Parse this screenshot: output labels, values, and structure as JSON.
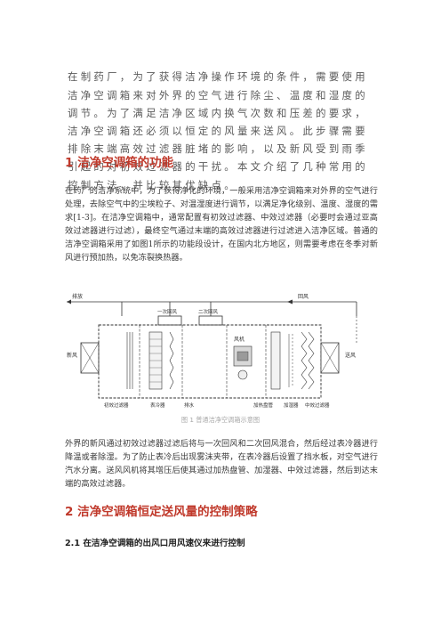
{
  "abstract": "在制药厂，为了获得洁净操作环境的条件，需要使用洁净空调箱来对外界的空气进行除尘、温度和湿度的调节。为了满足洁净区域内换气次数和压差的要求，洁净空调箱还必须以恒定的风量来送风。此步骤需要排除末端高效过滤器脏堵的影响，以及新风受到雨季引起的对初效过滤器的干扰。本文介绍了几种常用的控制方法，并比较其优缺点。",
  "section1": {
    "heading": "1 洁净空调箱的功能",
    "para1": "在药厂的洁净系统中，为了获得净化的环境，一般采用洁净空调箱来对外界的空气进行处理，去除空气中的尘埃粒子、对温湿度进行调节，以满足净化级别、温度、湿度的需求[1-3]。在洁净空调箱中，通常配置有初效过滤器、中效过滤器（必要时会通过亚高效过滤器进行过滤），最终空气通过末端的高效过滤器进行过滤进入洁净区域。普通的洁净空调箱采用了如图1所示的功能段设计，在国内北方地区，则需要考虑在冬季对新风进行预加热，以免冻裂换热器。",
    "para2": "外界的新风通过初效过滤器过滤后将与一次回风和二次回风混合，然后经过表冷器进行降温或者除湿。为了防止表冷后出现雾沫夹带，在表冷器后设置了挡水板，对空气进行汽水分离。送风风机将其增压后使其通过加热盘管、加湿器、中效过滤器，然后到达末端的高效过滤器。"
  },
  "figure": {
    "caption": "图 1  普通洁净空调箱示意图",
    "labels": {
      "exhaust": "排放",
      "return_air": "回风",
      "primary_return": "一次回风",
      "secondary_return": "二次回风",
      "fresh_air": "新风",
      "supply_air": "送风",
      "fan": "风机",
      "primary_filter": "初效过滤器",
      "surface_cooler": "表冷器",
      "drain": "排水",
      "heating_coil": "加热盘管",
      "humidifier": "加湿器",
      "medium_filter": "中效过滤器"
    }
  },
  "section2": {
    "heading": "2 洁净空调箱恒定送风量的控制策略",
    "sub1": "2.1  在洁净空调箱的出风口用风速仪来进行控制"
  }
}
